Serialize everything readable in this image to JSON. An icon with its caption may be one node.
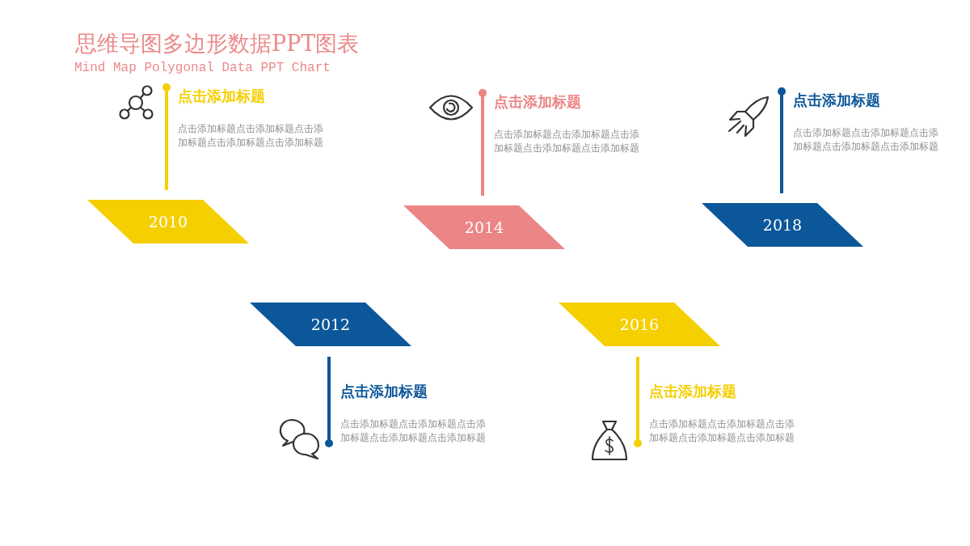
{
  "diagram": {
    "title": "思维导图多边形数据PPT图表",
    "nodes": [
      {
        "text": [
          "点击添加标题",
          "点击添加标题点击添加标题点击添加标题点击添加标题点击添加标题"
        ]
      },
      {
        "text": [
          "2010"
        ]
      },
      {
        "text": [
          "点击添加标题",
          "点击添加标题点击添加标题点击添加标题点击添加标题点击添加标题"
        ]
      },
      {
        "text": [
          "2014"
        ]
      },
      {
        "text": [
          "点击添加标题",
          "点击添加标题点击添加标题点击添加标题点击添加标题点击添加标题"
        ]
      },
      {
        "text": [
          "2018"
        ]
      },
      {
        "text": [
          "2012"
        ]
      },
      {
        "text": [
          "点击添加标题",
          "点击添加标题点击添加标题点击添加标题点击添加标题点击添加标题"
        ]
      },
      {
        "text": [
          "2016"
        ]
      },
      {
        "text": [
          "点击添加标题",
          "点击添加标题点击添加标题点击添加标题点击添加标题点击添加标题"
        ]
      }
    ],
    "edges": [
      {
        "from": 1,
        "to": 0,
        "arrow": "other",
        "color": "#f5cf00"
      },
      {
        "from": 3,
        "to": 2,
        "arrow": "other",
        "color": "#ec8585"
      },
      {
        "from": 5,
        "to": 4,
        "arrow": "other",
        "color": "#0b5799"
      },
      {
        "from": 6,
        "to": 7,
        "arrow": "other",
        "color": "#0b5799"
      },
      {
        "from": 8,
        "to": 9,
        "arrow": "other",
        "color": "#f5cf00"
      }
    ],
    "labels": [
      "Mind Map Polygonal Data PPT Chart"
    ]
  }
}
